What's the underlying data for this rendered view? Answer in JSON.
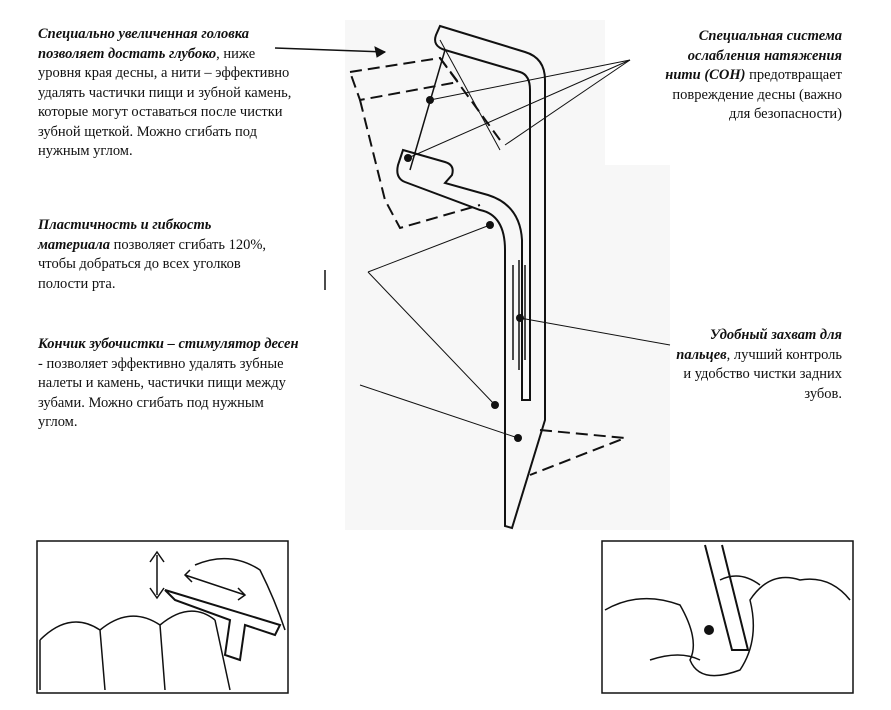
{
  "head": {
    "bold": "Специально увеличенная головка позволяет достать глубоко",
    "text": ", ниже уровня края десны, а нити – эффективно удалять частички пищи и зубной камень, которые могут оставаться после чистки зубной щеткой. Можно сгибать под нужным углом."
  },
  "flex": {
    "bold": "Пластичность и гибкость материала",
    "text": " позволяет сгибать 120%, чтобы добраться до всех уголков полости рта."
  },
  "tip": {
    "bold": "Кончик зубочистки – стимулятор десен",
    "text": " - позволяет эффективно удалять зубные налеты и камень, частички пищи между зубами. Можно сгибать под нужным углом."
  },
  "son": {
    "bold": "Специальная система ослабления натяжения нити (СОН)",
    "text": " предотвращает повреждение десны (важно для безопасности)"
  },
  "grip": {
    "bold": "Удобный захват для пальцев",
    "text": ", лучший контроль и удобство чистки задних зубов."
  }
}
